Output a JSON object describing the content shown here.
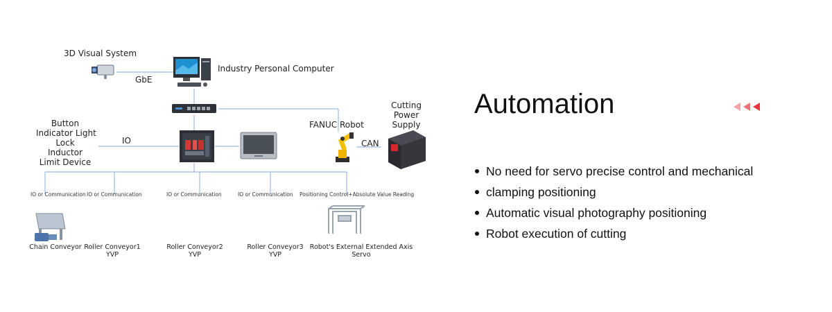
{
  "diagram": {
    "vision_label": "3D Visual System",
    "gbe_label": "GbE",
    "ipc_label": "Industry Personal Computer",
    "io_devices": [
      "Button",
      "Indicator Light",
      "Lock",
      "Inductor",
      "Limit Device"
    ],
    "io_label": "IO",
    "robot_label": "FANUC  Robot",
    "can_label": "CAN",
    "power_label": [
      "Cutting",
      "Power",
      "Supply"
    ],
    "bus_labels": [
      "IO or Communication",
      "IO or Communication",
      "IO or Communication",
      "IO or Communication",
      "Positioning Control+Absolute Value Reading"
    ],
    "captions": [
      [
        "Chain Conveyor"
      ],
      [
        "Roller Conveyor1",
        "YVP"
      ],
      [
        "Roller Conveyor2",
        "YVP"
      ],
      [
        "Roller Conveyor3",
        "YVP"
      ],
      [
        "Robot's External Extended Axis",
        "Servo"
      ]
    ]
  },
  "heading": "Automation",
  "bullets": [
    "No need for servo precise control and mechanical",
    "clamping positioning",
    "Automatic visual photography positioning",
    "Robot execution of cutting"
  ],
  "colors": {
    "accent": "#e8323c",
    "accent_light": "#f4a3a8",
    "line": "#9dbbe0",
    "conveyor_yellow": "#f2c200",
    "motor_red": "#d8262c"
  }
}
